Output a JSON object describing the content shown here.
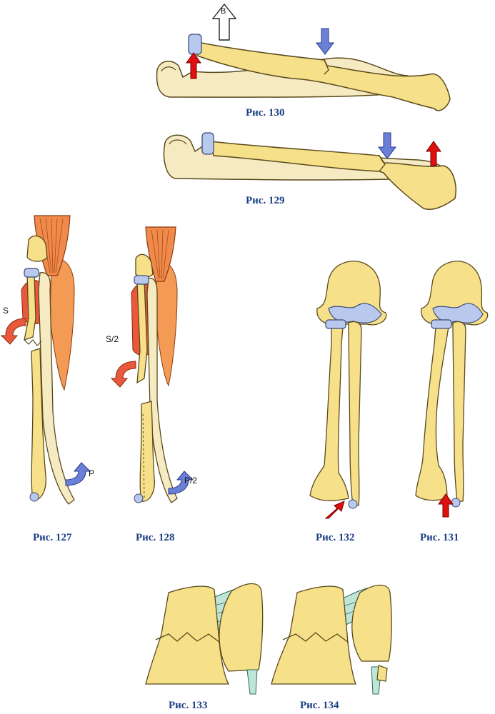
{
  "captions": {
    "fig130": "Рис. 130",
    "fig129": "Рис. 129",
    "fig127": "Рис. 127",
    "fig128": "Рис. 128",
    "fig132": "Рис. 132",
    "fig131": "Рис. 131",
    "fig133": "Рис. 133",
    "fig134": "Рис. 134"
  },
  "labels": {
    "force_b": "B",
    "force_s": "S",
    "force_p": "P",
    "force_s_half": "S/2",
    "force_p_half": "P/2"
  },
  "colors": {
    "bone": "#f7e08a",
    "bone_light": "#f5eac2",
    "bone_outline": "#5a4a1c",
    "cartilage": "#b9c9ee",
    "muscle": "#f08a4a",
    "muscle_red": "#e9583a",
    "arrow_red": "#e01010",
    "arrow_blue": "#6a7fd6",
    "ligament": "#bfe5d8",
    "caption": "#1f3f86"
  }
}
